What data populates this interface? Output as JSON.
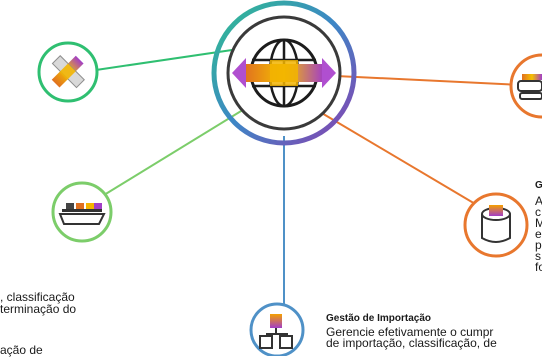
{
  "diagram": {
    "hub": {
      "icon": "globe-with-arrows-icon"
    },
    "nodes": [
      {
        "id": "top-left",
        "icon": "crossed-pencils-icon",
        "color": "#2fbf71"
      },
      {
        "id": "left",
        "icon": "cargo-ship-icon",
        "color": "#7ccd6a"
      },
      {
        "id": "bottom",
        "icon": "org-chart-icon",
        "color": "#4f91c7"
      },
      {
        "id": "right-lower",
        "icon": "cylinder-box-icon",
        "color": "#e8772e"
      },
      {
        "id": "right-upper",
        "icon": "vehicle-icon",
        "color": "#e8772e"
      }
    ]
  },
  "left_text": {
    "line1": ", classificação",
    "line2": "terminação do",
    "line3": "ação de"
  },
  "right_text": {
    "title": "G",
    "lines": [
      "A",
      "c",
      "M",
      "e",
      "p",
      "s",
      "fo"
    ]
  },
  "bottom_text": {
    "title": "Gestão de Importação",
    "line1": "Gerencie efetivamente o cumpr",
    "line2": "de importação, classificação, de"
  }
}
